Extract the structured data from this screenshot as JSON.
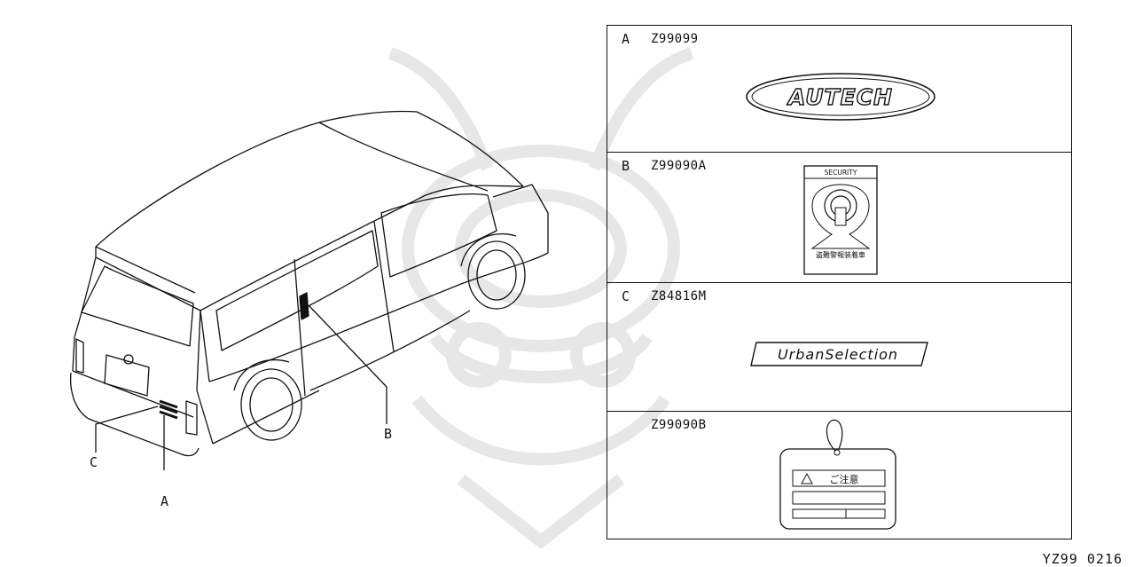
{
  "callouts": [
    {
      "letter": "A"
    },
    {
      "letter": "B"
    },
    {
      "letter": "C"
    }
  ],
  "parts": [
    {
      "letter": "A",
      "part_no": "Z99099",
      "emblem_text": "AUTECH"
    },
    {
      "letter": "B",
      "part_no": "Z99090A",
      "label_title": "SECURITY",
      "label_text": "盗難警報装着車"
    },
    {
      "letter": "C",
      "part_no": "Z84816M",
      "emblem_text": "UrbanSelection"
    },
    {
      "letter": "",
      "part_no": "Z99090B",
      "label_title": "ご注意"
    }
  ],
  "footer": {
    "code": "YZ99  0216"
  }
}
